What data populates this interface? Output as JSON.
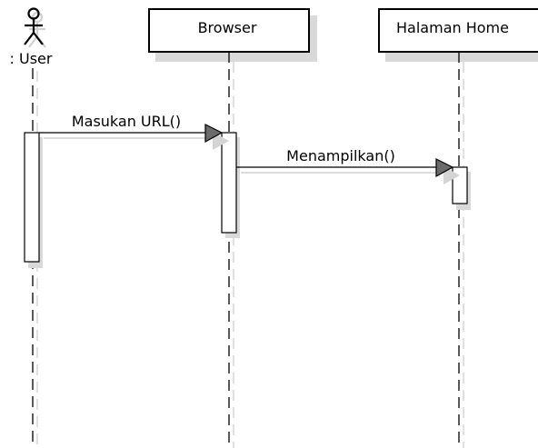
{
  "diagram": {
    "type": "uml-sequence",
    "actor": {
      "label": ": User"
    },
    "participants": [
      {
        "label": "Browser"
      },
      {
        "label": "Halaman Home"
      }
    ],
    "messages": [
      {
        "label": "Masukan URL()",
        "from": "User",
        "to": "Browser"
      },
      {
        "label": "Menampilkan()",
        "from": "Browser",
        "to": "Halaman Home"
      }
    ]
  }
}
